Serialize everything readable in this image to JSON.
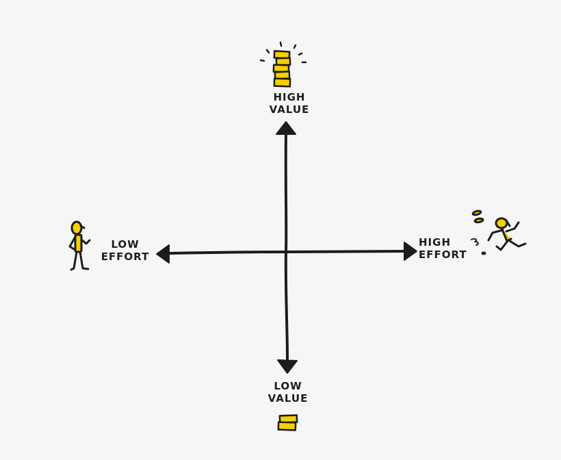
{
  "diagram": {
    "type": "2x2 effort/value matrix axes (hand-drawn)",
    "axes": {
      "vertical": {
        "top_label": [
          "HIGH",
          "VALUE"
        ],
        "bottom_label": [
          "LOW",
          "VALUE"
        ]
      },
      "horizontal": {
        "left_label": [
          "LOW",
          "EFFORT"
        ],
        "right_label": [
          "HIGH",
          "EFFORT"
        ]
      }
    },
    "icons": {
      "top": "tall-coin-stack-icon",
      "bottom": "small-coin-stack-icon",
      "left": "standing-person-icon",
      "right": "running-person-icon"
    },
    "colors": {
      "background": "#f6f6f6",
      "ink": "#1c1c1c",
      "accent_yellow": "#f5d000"
    }
  }
}
